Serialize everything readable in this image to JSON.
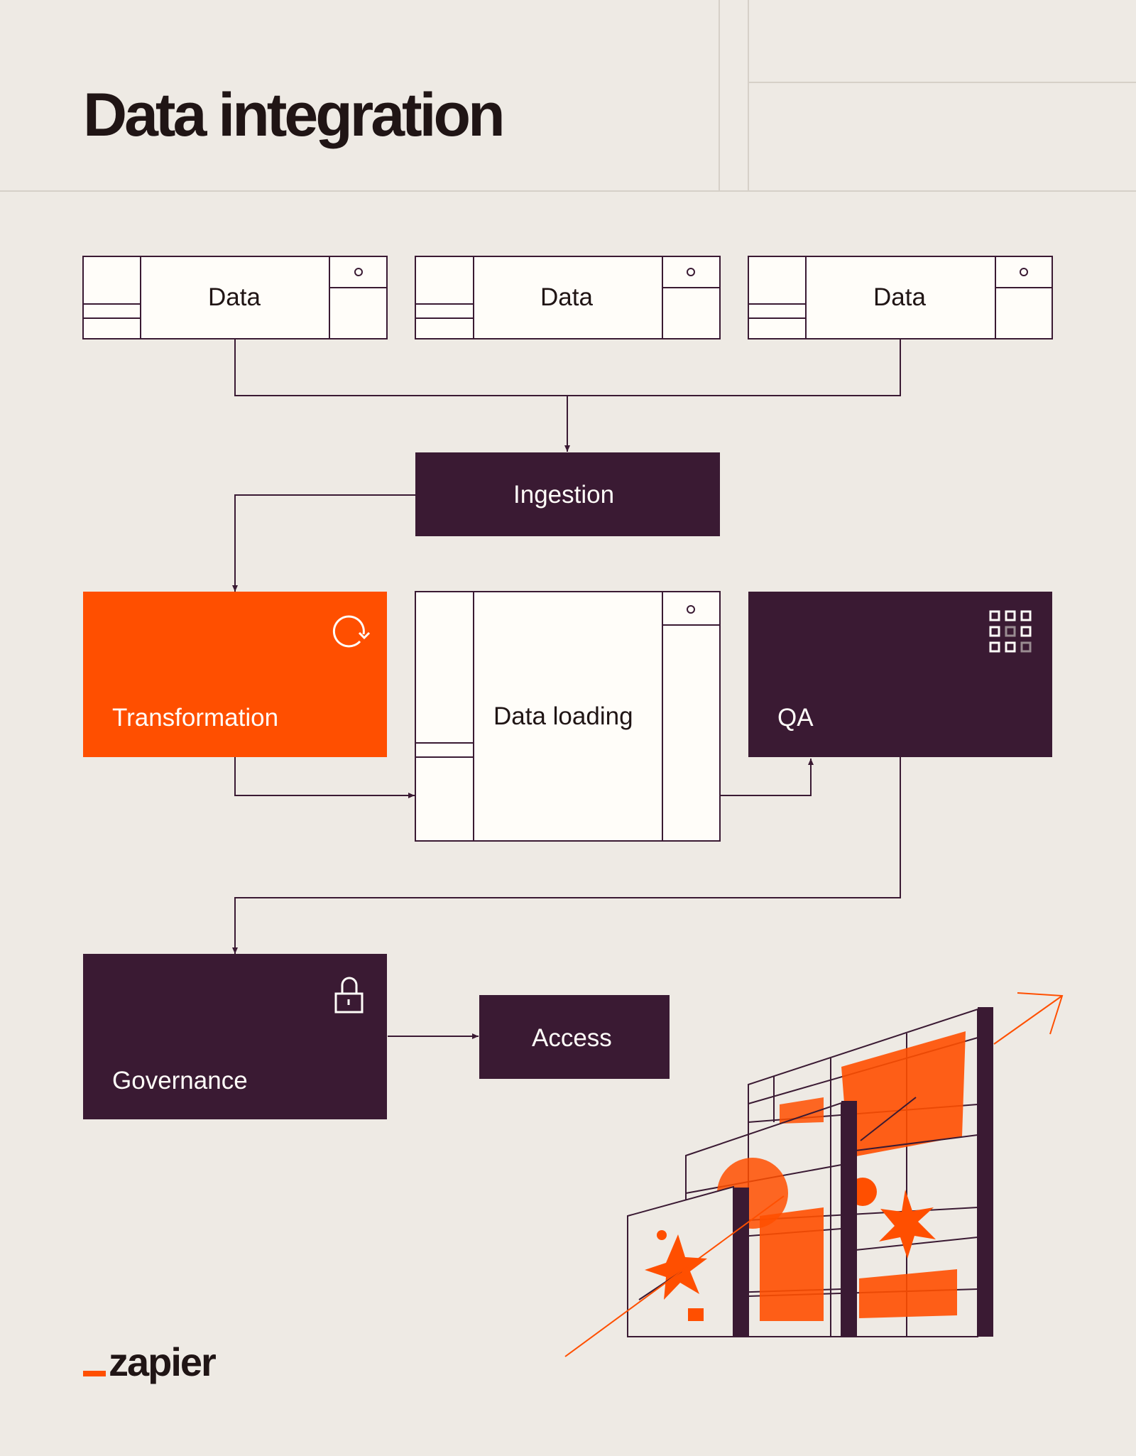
{
  "title": "Data integration",
  "colors": {
    "background": "#EEEAE4",
    "dark": "#3A1A33",
    "orange": "#FF4F00",
    "light": "#FFFDF9",
    "line": "#3A1A33"
  },
  "nodes": {
    "source_1": {
      "label": "Data"
    },
    "source_2": {
      "label": "Data"
    },
    "source_3": {
      "label": "Data"
    },
    "ingestion": {
      "label": "Ingestion"
    },
    "transformation": {
      "label": "Transformation",
      "icon": "refresh-icon"
    },
    "data_loading": {
      "label": "Data loading"
    },
    "qa": {
      "label": "QA",
      "icon": "grid-icon"
    },
    "governance": {
      "label": "Governance",
      "icon": "lock-icon"
    },
    "access": {
      "label": "Access"
    }
  },
  "illustration": {
    "icon": "growth-building-illustration"
  },
  "brand": {
    "logo_text": "zapier"
  }
}
